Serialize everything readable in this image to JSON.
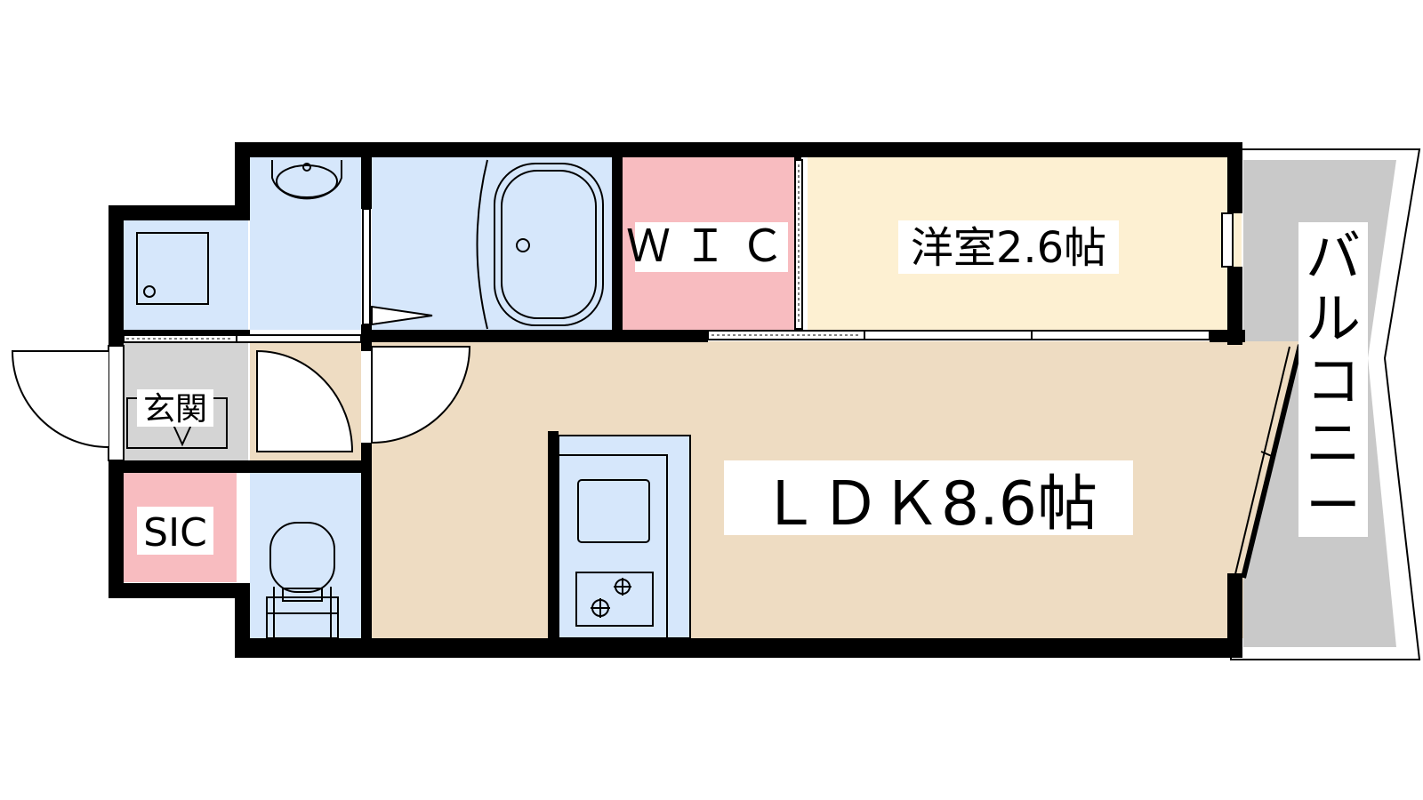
{
  "rooms": {
    "ldk": "ＬＤＫ8.6帖",
    "western": "洋室2.6帖",
    "wic": "ＷＩＣ",
    "genkan": "玄関",
    "sic": "SIC",
    "balcony": [
      "バ",
      "ル",
      "コ",
      "ニ",
      "ー"
    ]
  },
  "colors": {
    "ldk": "#eedcc2",
    "western": "#fdf0d2",
    "wet_area": "#d6e7fb",
    "closet": "#f8bcc0",
    "entry": "#d4d4d4",
    "balcony": "#c9c9c9",
    "wall": "#000000"
  }
}
